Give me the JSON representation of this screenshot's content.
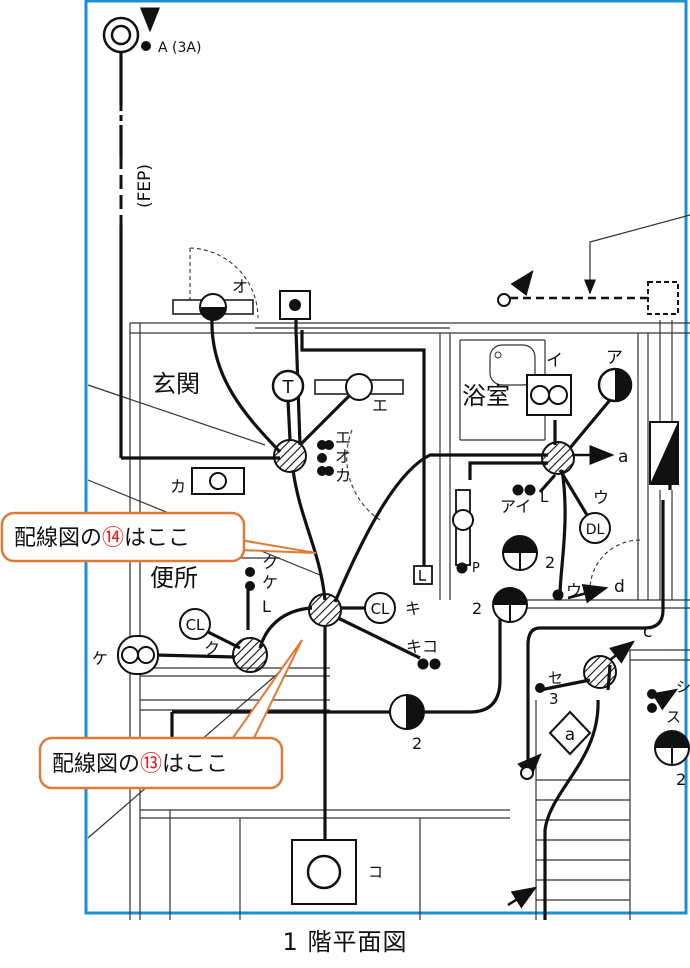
{
  "caption": "1 階平面図",
  "callouts": {
    "c14": {
      "prefix": "配線図の",
      "num": "⑭",
      "suffix": "はここ"
    },
    "c13": {
      "prefix": "配線図の",
      "num": "⑬",
      "suffix": "はここ"
    }
  },
  "rooms": {
    "genkan": "玄関",
    "yokushitsu": "浴室",
    "benjo": "便所"
  },
  "labels": {
    "a3a": "A (3A)",
    "fep": "(FEP)",
    "o": "オ",
    "e": "エ",
    "e2": "エ",
    "o2": "オ",
    "ka": "カ",
    "ka2": "カ",
    "i": "イ",
    "a_kana": "ア",
    "a_small": "a",
    "ai": "アイ",
    "L1": "L",
    "u": "ウ",
    "u2": "ウ",
    "d": "d",
    "P": "P",
    "two1": "2",
    "two2": "2",
    "two3": "2",
    "two4": "2",
    "ku": "ク",
    "ke": "ケ",
    "L2": "L",
    "ku2": "ク",
    "ke2": "ケ",
    "ki": "キ",
    "kiko": "キコ",
    "c": "c",
    "se": "セ",
    "three": "3",
    "su": "ス",
    "shi": "シ",
    "ko": "コ",
    "T": "T",
    "CL1": "CL",
    "CL2": "CL",
    "DL": "DL",
    "a_box": "a"
  }
}
